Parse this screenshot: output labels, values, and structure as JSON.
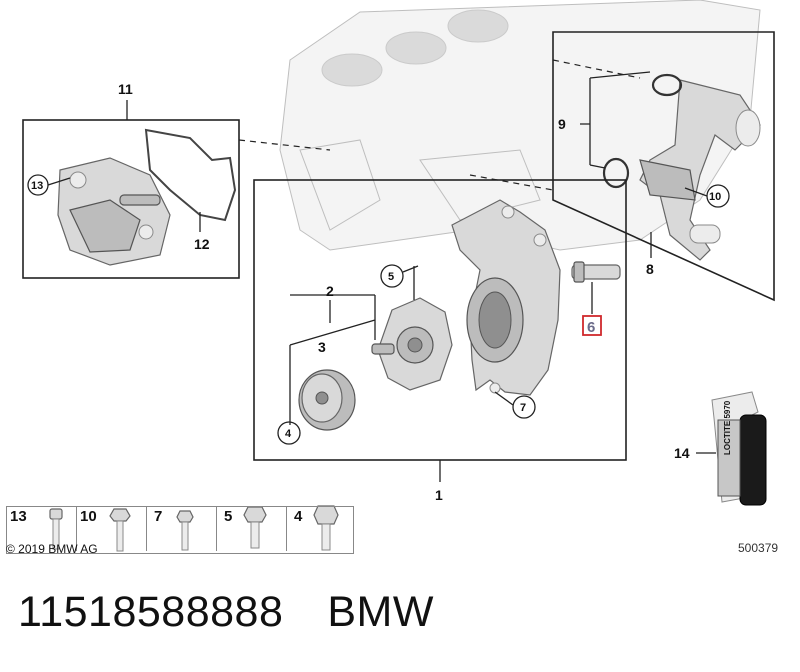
{
  "callouts": {
    "c1": "1",
    "c2": "2",
    "c3": "3",
    "c4": "4",
    "c5": "5",
    "c6": "6",
    "c7": "7",
    "c8": "8",
    "c9": "9",
    "c10": "10",
    "c11": "11",
    "c12": "12",
    "c13": "13",
    "c14": "14"
  },
  "highlighted_callout": "6",
  "highlight_color": "#d0282c",
  "adhesive_label": "LOCTITE 5970",
  "bolt_strip": [
    "13",
    "10",
    "7",
    "5",
    "4"
  ],
  "copyright": "© 2019 BMW AG",
  "doc_number": "500379",
  "footer": {
    "part_number": "11518588888",
    "brand": "BMW"
  }
}
